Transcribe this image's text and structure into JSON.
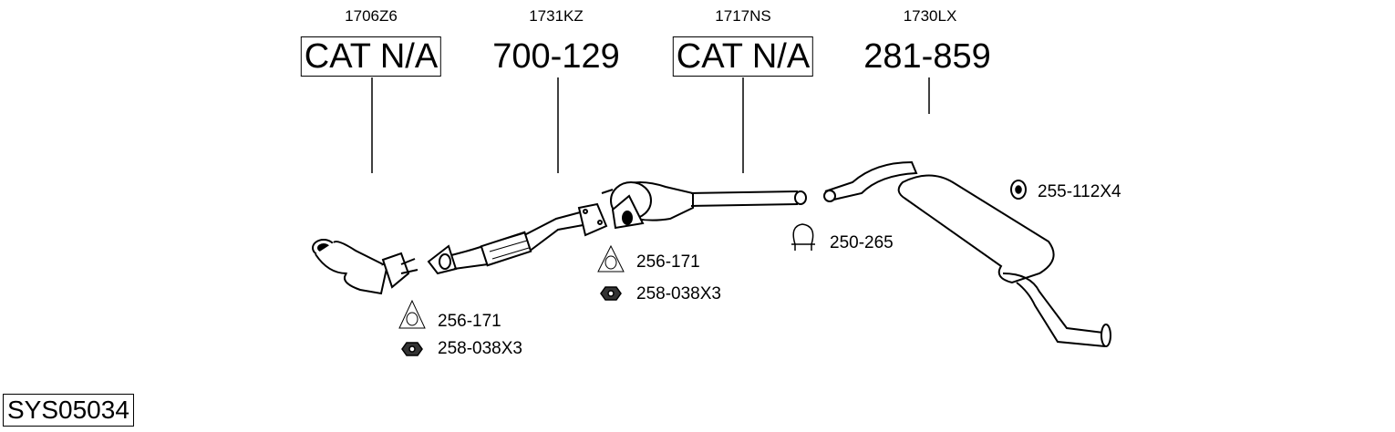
{
  "parts": [
    {
      "code": "1706Z6",
      "ref": "CAT N/A",
      "boxed": true
    },
    {
      "code": "1731KZ",
      "ref": "700-129",
      "boxed": false
    },
    {
      "code": "1717NS",
      "ref": "CAT N/A",
      "boxed": true
    },
    {
      "code": "1730LX",
      "ref": "281-859",
      "boxed": false
    }
  ],
  "accessories": [
    {
      "icon": "gasket-icon",
      "ref": "256-171"
    },
    {
      "icon": "nut-icon",
      "ref": "258-038X3"
    },
    {
      "icon": "gasket-icon",
      "ref": "256-171"
    },
    {
      "icon": "nut-icon",
      "ref": "258-038X3"
    },
    {
      "icon": "clamp-icon",
      "ref": "250-265"
    },
    {
      "icon": "rubber-mount-icon",
      "ref": "255-112X4"
    }
  ],
  "system_id": "SYS05034"
}
